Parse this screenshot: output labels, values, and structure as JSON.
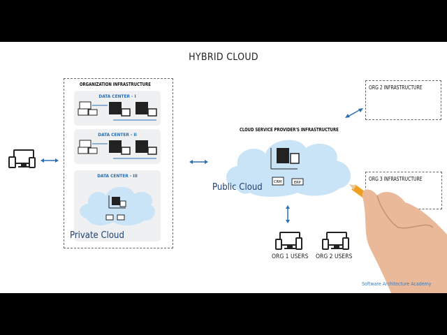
{
  "title": "HYBRID CLOUD",
  "organization": {
    "label": "ORGANIZATION INFRASTRUCTURE",
    "data_centers": [
      "DATA CENTER - I",
      "DATA CENTER - II",
      "DATA CENTER - III"
    ],
    "private_cloud_label": "Private Cloud"
  },
  "provider": {
    "label": "CLOUD SERVICE PROVIDER'S INFRASTRUCTURE",
    "public_cloud_label": "Public Cloud",
    "apps": [
      "CRM",
      "ERP"
    ]
  },
  "org2_box": "ORG 2  INFRASTRUCTURE",
  "org3_box": "ORG 3  INFRASTRUCTURE",
  "users": [
    "ORG 1 USERS",
    "ORG 2 USERS"
  ],
  "watermark": "Software Architecture Academy",
  "colors": {
    "cloud": "#c9e3f7",
    "arrow": "#2a6fb5",
    "accent_text": "#2a6fb5",
    "pencil": "#f0a020"
  }
}
